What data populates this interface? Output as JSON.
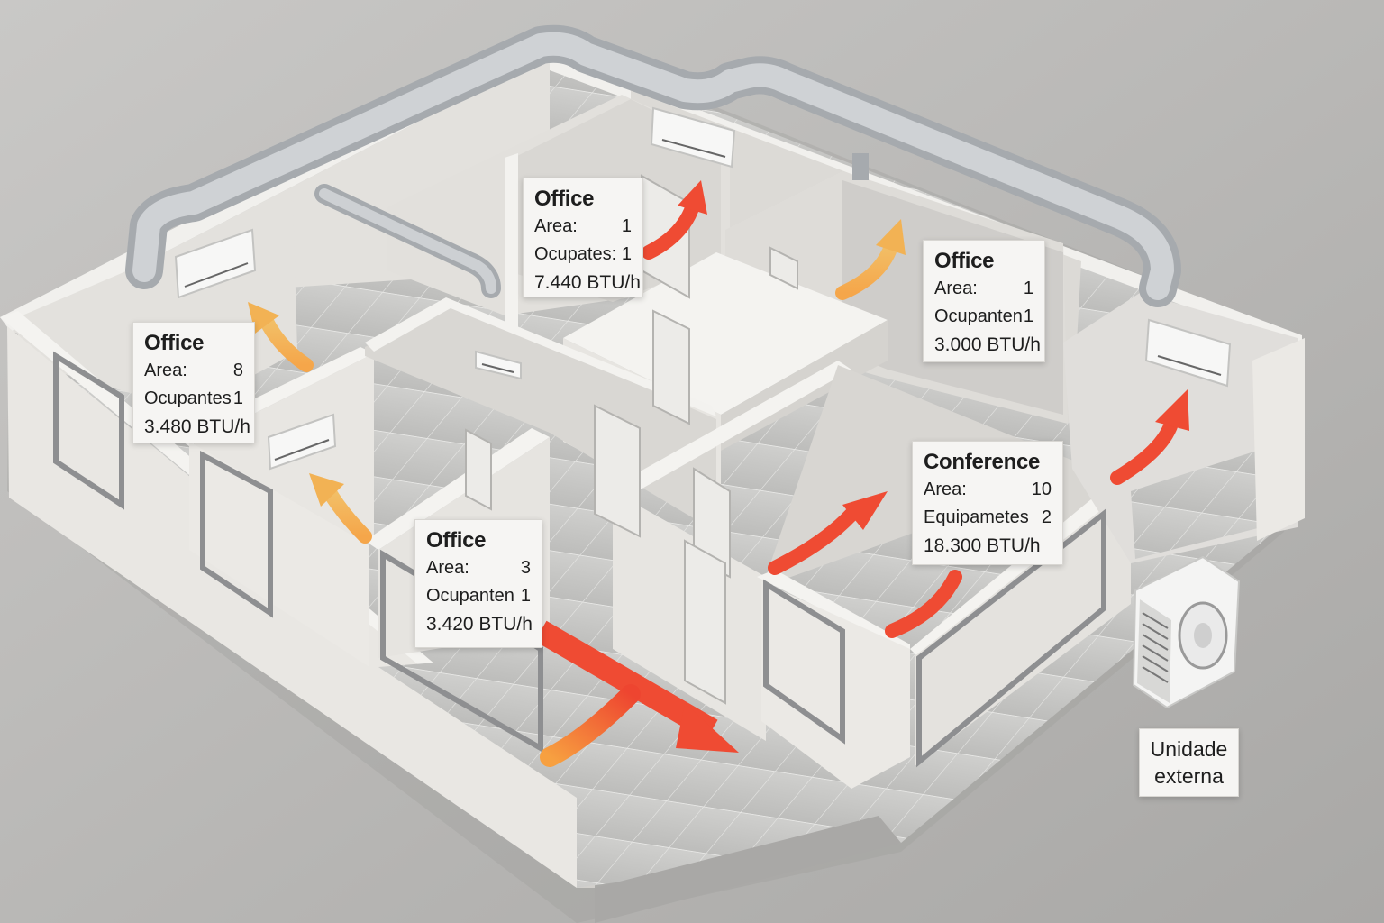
{
  "colors": {
    "floor_base": "#b9b8b6",
    "wall_top": "#f3f2ef",
    "wall_side": "#dedcd8",
    "room_floor": "#c7c7c5",
    "duct": "#b9bdc1",
    "arrow_hot": "#ef4b33",
    "arrow_warm": "#f2b254"
  },
  "rooms": [
    {
      "title": "Office",
      "area_label": "Area:",
      "area_value": "1",
      "occupants_label": "Ocupates:",
      "occupants_value": "1",
      "btu": "7.440 BTU/h"
    },
    {
      "title": "Office",
      "area_label": "Area:",
      "area_value": "1",
      "occupants_label": "Ocupanten",
      "occupants_value": "1",
      "btu": "3.000 BTU/h"
    },
    {
      "title": "Office",
      "area_label": "Area:",
      "area_value": "8",
      "occupants_label": "Ocupantes",
      "occupants_value": "1",
      "btu": "3.480 BTU/h"
    },
    {
      "title": "Office",
      "area_label": "Area:",
      "area_value": "3",
      "occupants_label": "Ocupanten",
      "occupants_value": "1",
      "btu": "3.420 BTU/h"
    },
    {
      "title": "Conference",
      "area_label": "Area:",
      "area_value": "10",
      "occupants_label": "Equipametes",
      "occupants_value": "2",
      "btu": "18.300 BTU/h"
    }
  ],
  "external_unit": {
    "line1": "Unidade",
    "line2": "externa"
  },
  "icons": [
    "split-ac-icon",
    "outdoor-condenser-icon",
    "duct-icon",
    "airflow-arrow-icon",
    "door-icon",
    "window-icon"
  ]
}
